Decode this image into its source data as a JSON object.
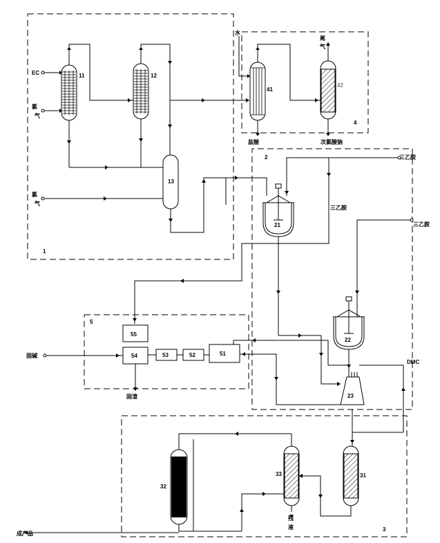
{
  "zones": {
    "z1": "1",
    "z2": "2",
    "z3": "3",
    "z4": "4",
    "z5": "5"
  },
  "equipment": {
    "e11": "11",
    "e12": "12",
    "e13": "13",
    "e21": "21",
    "e22": "22",
    "e23": "23",
    "e31": "31",
    "e32": "32",
    "e33": "33",
    "e41": "41",
    "e42": "42",
    "e51": "51",
    "e52": "52",
    "e53": "53",
    "e54": "54",
    "e55": "55"
  },
  "streams": {
    "ec": "EC",
    "chlorine_1": "氯",
    "chlorine_1b": "气",
    "chlorine_2": "氯",
    "chlorine_2b": "气",
    "water": "水",
    "tail_gas_1": "尾",
    "tail_gas_2": "气",
    "hydrochloric_acid": "盐酸",
    "hypochlorite": "次氯酸钠",
    "triethylamine_1": "三乙胺",
    "triethylamine_2": "三乙胺",
    "triethylamine_3": "三乙胺",
    "solid_base": "固碱",
    "solid_waste": "固渣",
    "dmc": "DMC",
    "residue_1": "残",
    "residue_2": "液",
    "product": "成产品"
  }
}
